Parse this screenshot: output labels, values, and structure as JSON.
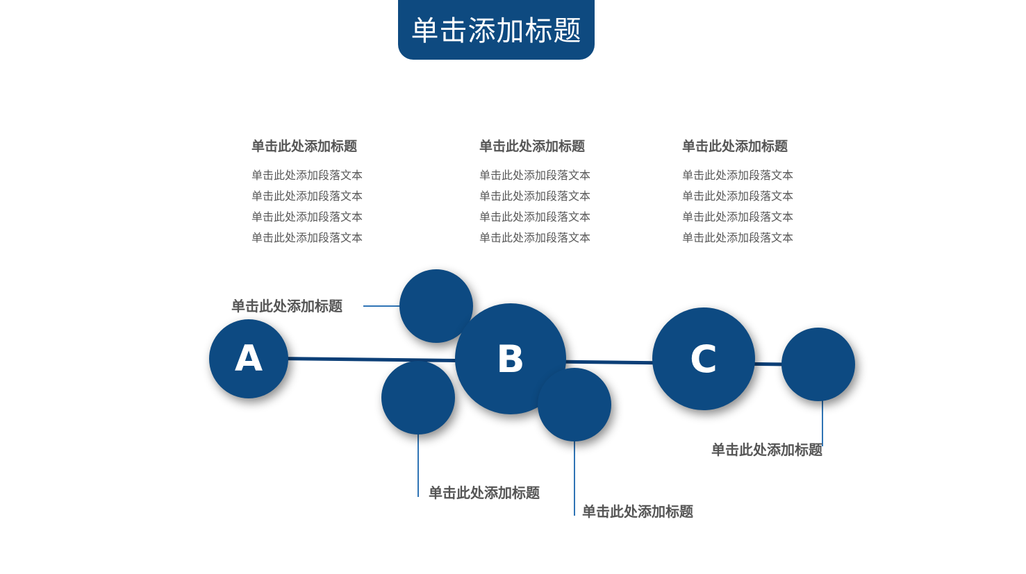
{
  "slide": {
    "title": "单击添加标题"
  },
  "columns": [
    {
      "title": "单击此处添加标题",
      "lines": [
        "单击此处添加段落文本",
        "单击此处添加段落文本",
        "单击此处添加段落文本",
        "单击此处添加段落文本"
      ]
    },
    {
      "title": "单击此处添加标题",
      "lines": [
        "单击此处添加段落文本",
        "单击此处添加段落文本",
        "单击此处添加段落文本",
        "单击此处添加段落文本"
      ]
    },
    {
      "title": "单击此处添加标题",
      "lines": [
        "单击此处添加段落文本",
        "单击此处添加段落文本",
        "单击此处添加段落文本",
        "单击此处添加段落文本"
      ]
    }
  ],
  "nodes": {
    "a": {
      "letter": "A"
    },
    "b": {
      "letter": "B"
    },
    "c": {
      "letter": "C"
    }
  },
  "labels": {
    "top_left": "单击此处添加标题",
    "bottom_left": "单击此处添加标题",
    "bottom_middle": "单击此处添加标题",
    "right": "单击此处添加标题"
  },
  "colors": {
    "primary": "#0d4a82",
    "line": "#0c3f77",
    "leader": "#2f74b5",
    "text": "#555555"
  }
}
